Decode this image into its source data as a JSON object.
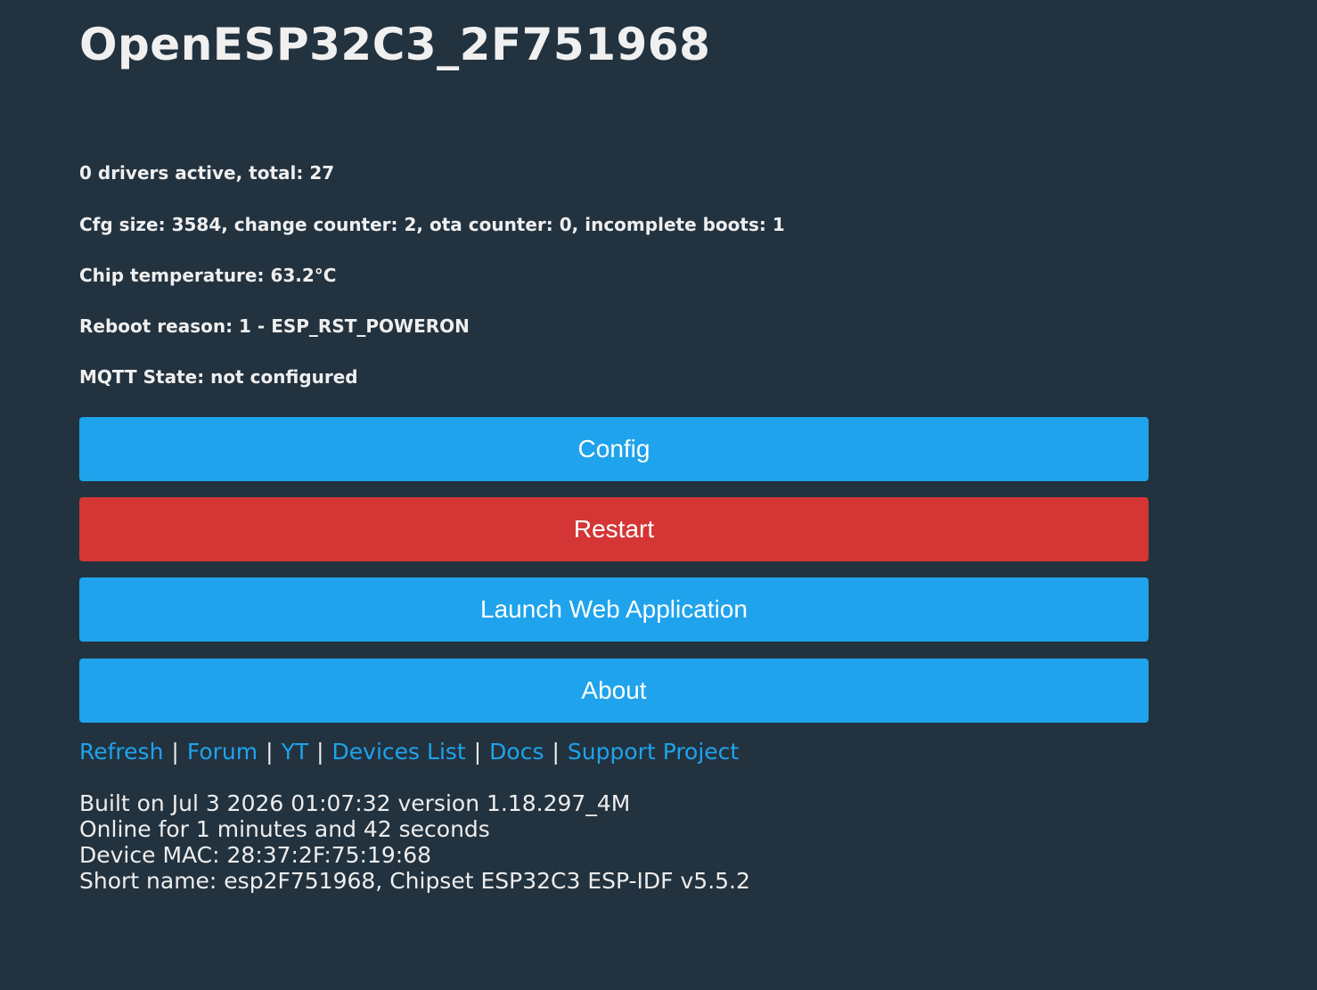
{
  "device": {
    "title": "OpenESP32C3_2F751968"
  },
  "status": {
    "drivers": "0 drivers active, total: 27",
    "cfg": "Cfg size: 3584, change counter: 2, ota counter: 0, incomplete boots: 1",
    "temperature": "Chip temperature: 63.2°C",
    "reboot": "Reboot reason: 1 - ESP_RST_POWERON",
    "mqtt": "MQTT State: not configured"
  },
  "buttons": {
    "config": "Config",
    "restart": "Restart",
    "launch": "Launch Web Application",
    "about": "About"
  },
  "colors": {
    "background": "#22323f",
    "accent": "#1fa3ec",
    "danger": "#d43535"
  },
  "links": {
    "refresh": "Refresh",
    "forum": "Forum",
    "yt": "YT",
    "devices": "Devices List",
    "docs": "Docs",
    "support": "Support Project",
    "separator": "|"
  },
  "info": {
    "built": "Built on Jul 3 2026 01:07:32 version 1.18.297_4M",
    "online": "Online for 1 minutes and 42 seconds",
    "mac": "Device MAC: 28:37:2F:75:19:68",
    "short": "Short name: esp2F751968, Chipset ESP32C3 ESP-IDF v5.5.2"
  }
}
